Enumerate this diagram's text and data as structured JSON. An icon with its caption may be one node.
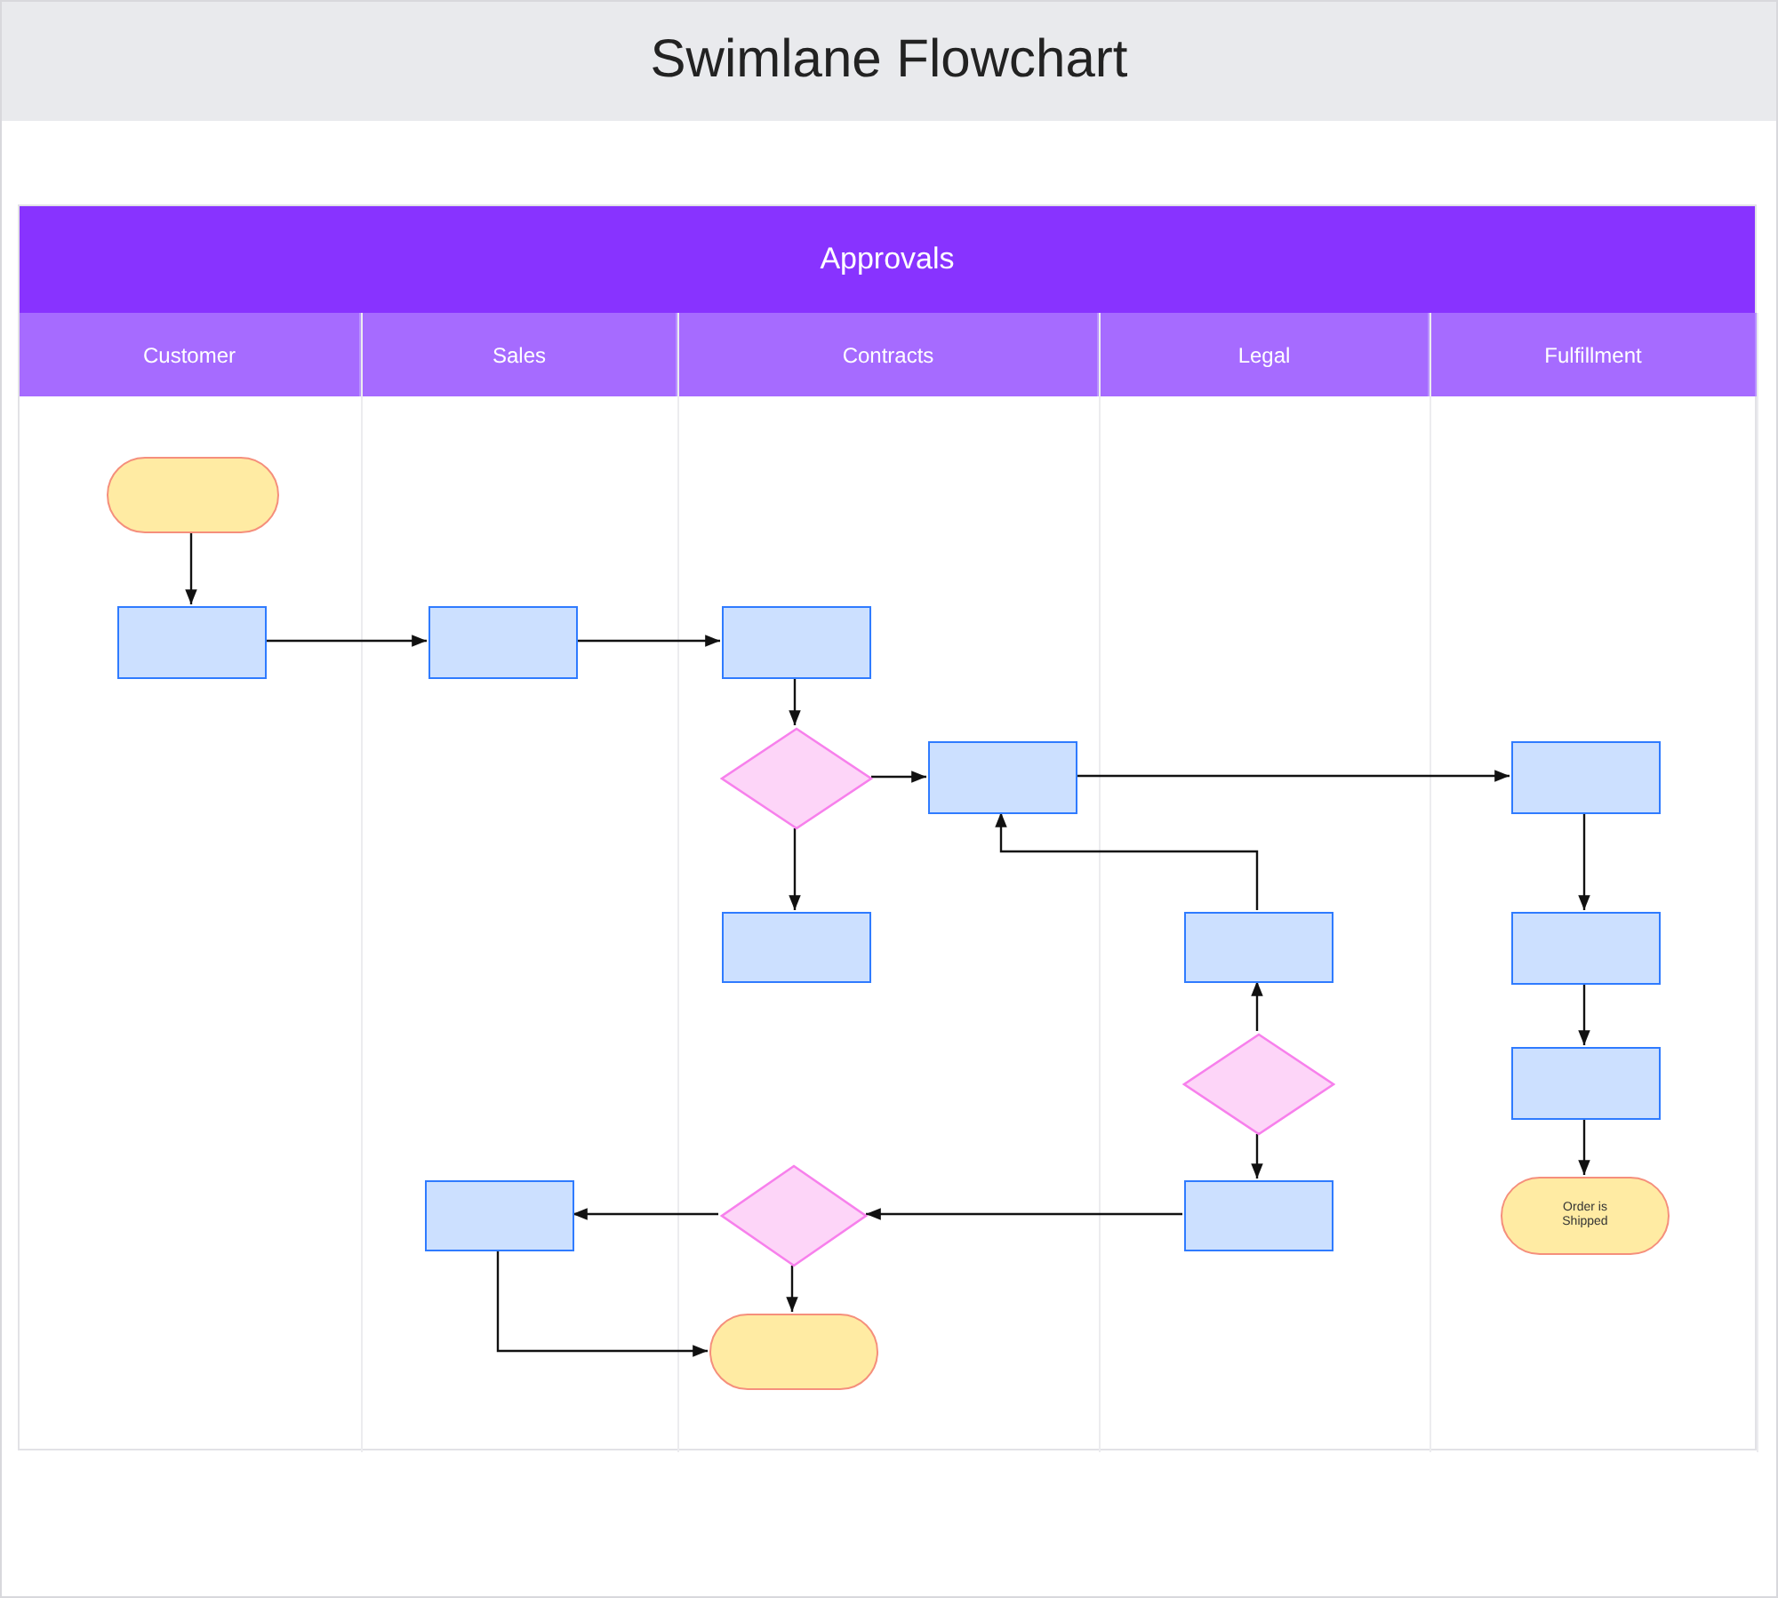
{
  "diagram": {
    "title": "Swimlane Flowchart",
    "nodes": [
      {
        "text": [
          "Approvals"
        ]
      },
      {
        "text": [
          "Customer"
        ],
        "in": 0
      },
      {
        "text": [
          "Sales"
        ],
        "in": 0
      },
      {
        "text": [
          "Contracts"
        ],
        "in": 0
      },
      {
        "text": [
          "Legal"
        ],
        "in": 0
      },
      {
        "text": [
          "Fulfillment"
        ],
        "in": 0
      },
      {
        "text": [],
        "shape": "pill",
        "in": 1
      },
      {
        "text": [],
        "shape": "box",
        "in": 1
      },
      {
        "text": [],
        "shape": "box",
        "in": 2
      },
      {
        "text": [],
        "shape": "box",
        "in": 3
      },
      {
        "text": [],
        "shape": "diamond",
        "in": 3
      },
      {
        "text": [],
        "shape": "box",
        "in": 3
      },
      {
        "text": [],
        "shape": "box",
        "in": 5
      },
      {
        "text": [],
        "shape": "box",
        "in": 3
      },
      {
        "text": [],
        "shape": "box",
        "in": 4
      },
      {
        "text": [],
        "shape": "box",
        "in": 5
      },
      {
        "text": [],
        "shape": "diamond",
        "in": 4
      },
      {
        "text": [],
        "shape": "box",
        "in": 5
      },
      {
        "text": [
          "Order is Shipped"
        ],
        "in": 5
      },
      {
        "text": [],
        "shape": "box",
        "in": 2
      },
      {
        "text": [],
        "shape": "diamond",
        "in": 3
      },
      {
        "text": [],
        "shape": "box",
        "in": 4
      },
      {
        "text": [],
        "shape": "pill",
        "in": 3
      }
    ],
    "edges": [
      {
        "from": 6,
        "to": 7,
        "arrow": "to"
      },
      {
        "from": 7,
        "to": 8,
        "arrow": "to"
      },
      {
        "from": 8,
        "to": 9,
        "arrow": "to"
      },
      {
        "from": 9,
        "to": 10,
        "arrow": "to"
      },
      {
        "from": 10,
        "to": 11,
        "arrow": "to"
      },
      {
        "from": 10,
        "to": 13,
        "arrow": "to"
      },
      {
        "from": 11,
        "to": 12,
        "arrow": "to"
      },
      {
        "from": 14,
        "to": 11,
        "arrow": "to"
      },
      {
        "from": 16,
        "to": 14,
        "arrow": "to"
      },
      {
        "from": 16,
        "to": 21,
        "arrow": "to"
      },
      {
        "from": 12,
        "to": 15,
        "arrow": "to"
      },
      {
        "from": 15,
        "to": 17,
        "arrow": "to"
      },
      {
        "from": 17,
        "to": 18,
        "arrow": "to"
      },
      {
        "from": 21,
        "to": 20,
        "arrow": "to"
      },
      {
        "from": 20,
        "to": 19,
        "arrow": "to"
      },
      {
        "from": 20,
        "to": 22,
        "arrow": "to"
      },
      {
        "from": 19,
        "to": 22,
        "arrow": "to"
      }
    ]
  }
}
